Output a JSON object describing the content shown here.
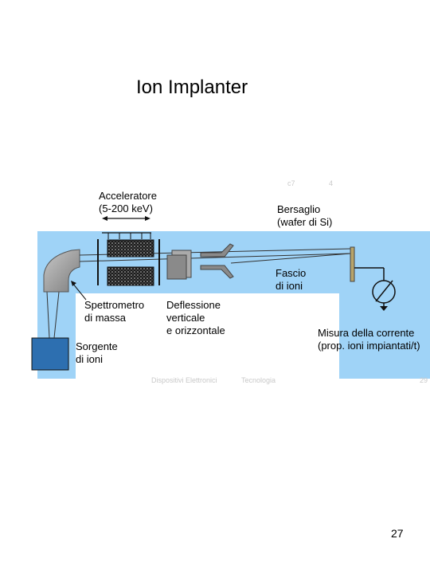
{
  "title": "Ion Implanter",
  "diagram": {
    "labels": {
      "accelerator": "Acceleratore",
      "accelerator_range": "(5-200 keV)",
      "target": "Bersaglio",
      "target_detail": "(wafer di Si)",
      "beam": "Fascio",
      "beam_detail": "di ioni",
      "spectrometer": "Spettrometro",
      "spectrometer_detail": "di massa",
      "deflection": "Deflessione",
      "deflection_line2": "verticale",
      "deflection_line3": "e orizzontale",
      "current_measure": "Misura della corrente",
      "current_measure_detail": "(prop. ioni impiantati/t)",
      "source": "Sorgente",
      "source_detail": "di ioni"
    },
    "colors": {
      "background_band": "#9fd3f7",
      "source_box": "#2d6fb0",
      "magnet": "#9a9a9a",
      "deflector": "#8a8a8a"
    }
  },
  "footer": {
    "faint_left": "Dispositivi Elettronici",
    "faint_mid": "Tecnologia",
    "faint_right": "29",
    "marks": [
      "c7",
      "4"
    ]
  },
  "page_number": "27"
}
